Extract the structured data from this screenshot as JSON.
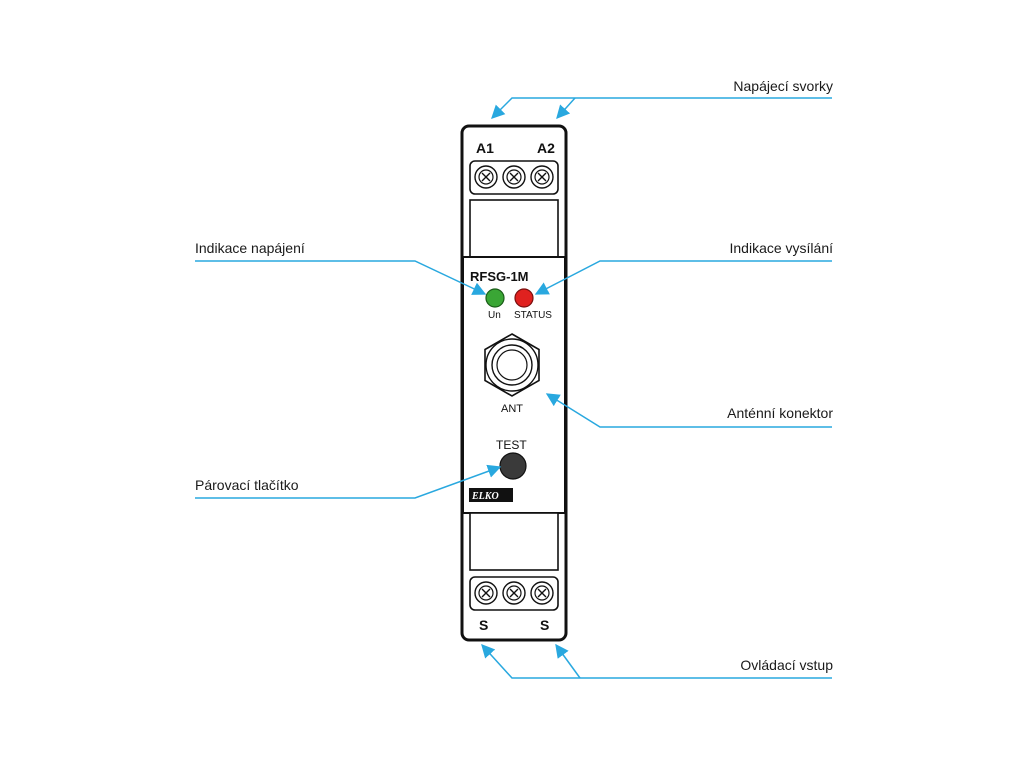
{
  "callouts": {
    "power_terminals": "Napájecí svorky",
    "power_indication": "Indikace napájení",
    "transmit_indication": "Indikace vysílání",
    "antenna_connector": "Anténní konektor",
    "pairing_button": "Párovací tlačítko",
    "control_input": "Ovládací vstup"
  },
  "device": {
    "model": "RFSG-1M",
    "terminal_top_left": "A1",
    "terminal_top_right": "A2",
    "terminal_bottom_left": "S",
    "terminal_bottom_right": "S",
    "led_power_label": "Un",
    "led_status_label": "STATUS",
    "antenna_label": "ANT",
    "button_label": "TEST",
    "brand": "ELKO"
  },
  "colors": {
    "leader_line": "#29a8df",
    "led_power": "#3aa635",
    "led_status": "#e0211f",
    "button": "#3a3a3a",
    "device_outline": "#111111"
  }
}
